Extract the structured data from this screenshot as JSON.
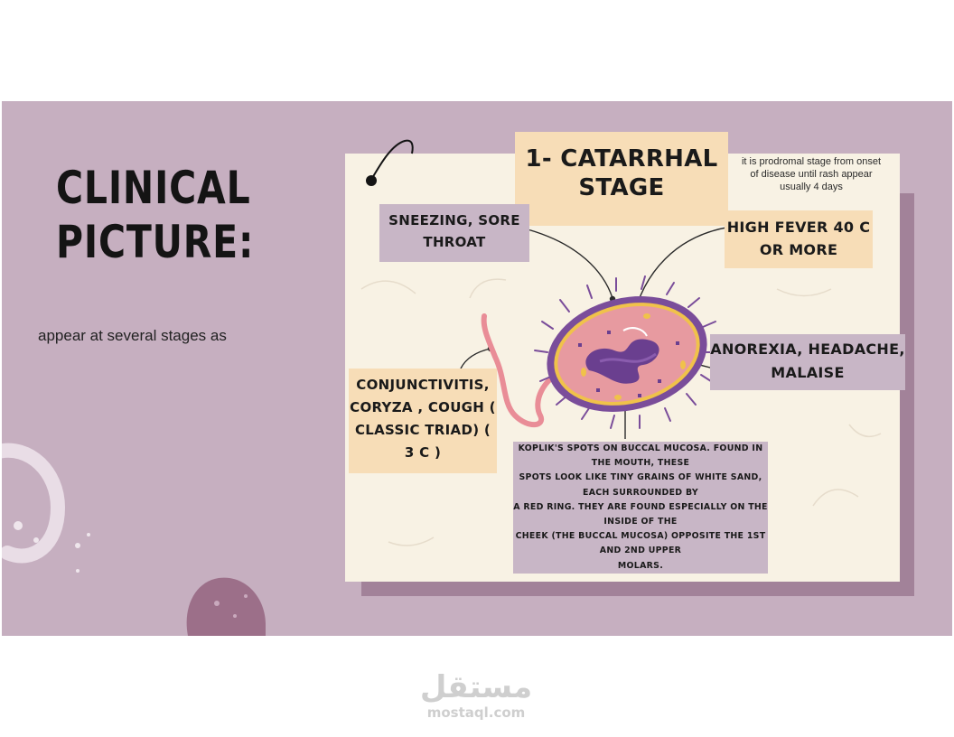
{
  "slide": {
    "title_line1": "CLINICAL",
    "title_line2": "PICTURE:",
    "subtitle": "appear at several stages as"
  },
  "stage": {
    "title_line1": "1- CATARRHAL",
    "title_line2": "STAGE",
    "note": "it is prodromal stage from onset of disease until rash appear usually 4 days"
  },
  "symptoms": {
    "sneezing": "SNEEZING, SORE THROAT",
    "fever": "HIGH FEVER 40 C OR MORE",
    "anorexia": "ANOREXIA, HEADACHE, MALAISE",
    "triad": "CONJUNCTIVITIS, CORYZA , COUGH ( CLASSIC TRIAD) ( 3 C )",
    "koplik_lines": [
      "KOPLIK'S SPOTS ON BUCCAL MUCOSA. FOUND IN",
      "THE MOUTH, THESE",
      "SPOTS LOOK LIKE TINY GRAINS OF WHITE SAND,",
      "EACH SURROUNDED BY",
      "A RED RING. THEY ARE FOUND ESPECIALLY ON THE",
      "INSIDE OF THE",
      "CHEEK (THE BUCCAL MUCOSA) OPPOSITE THE 1ST",
      "AND 2ND UPPER",
      "MOLARS."
    ]
  },
  "watermark": {
    "arabic": "مستقل",
    "latin": "mostaql.com"
  },
  "colors": {
    "slide_bg": "#c6afc0",
    "card_bg": "#f8f2e4",
    "label_lavender": "#c8b6c6",
    "label_peach": "#f7ddb7",
    "virus_body": "#e79aa0",
    "virus_membrane": "#7a4d9a",
    "virus_core": "#6a3f8f"
  },
  "icons": [
    "pin-icon",
    "virus-illustration",
    "blob-decoration",
    "ring-decoration"
  ]
}
